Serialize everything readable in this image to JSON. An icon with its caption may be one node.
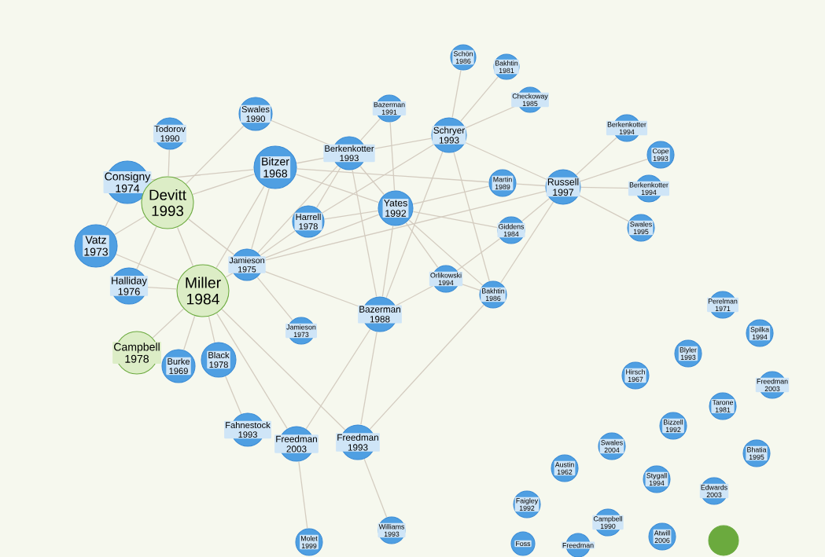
{
  "diagram": {
    "nodes": [
      {
        "text": [
          "Todorov 1990"
        ]
      },
      {
        "text": [
          "Swales 1990"
        ]
      },
      {
        "text": [
          "Consigny 1974"
        ]
      },
      {
        "text": [
          "Devitt 1993"
        ]
      },
      {
        "text": [
          "Bitzer 1968"
        ]
      },
      {
        "text": [
          "Berkenkotter 1993"
        ]
      },
      {
        "text": [
          "Bazerman 1991"
        ]
      },
      {
        "text": [
          "Schön 1986"
        ]
      },
      {
        "text": [
          "Bakhtin 1981"
        ]
      },
      {
        "text": [
          "Checkoway 1985"
        ]
      },
      {
        "text": [
          "Schryer 1993"
        ]
      },
      {
        "text": [
          "Martin 1989"
        ]
      },
      {
        "text": [
          "Russell 1997"
        ]
      },
      {
        "text": [
          "Berkenkotter 1994"
        ]
      },
      {
        "text": [
          "Cope 1993"
        ]
      },
      {
        "text": [
          "Berkenkotter 1994"
        ]
      },
      {
        "text": [
          "Swales 1995"
        ]
      },
      {
        "text": [
          "Vatz 1973"
        ]
      },
      {
        "text": [
          "Harrell 1978"
        ]
      },
      {
        "text": [
          "Yates 1992"
        ]
      },
      {
        "text": [
          "Giddens 1984"
        ]
      },
      {
        "text": [
          "Jamieson 1975"
        ]
      },
      {
        "text": [
          "Halliday 1976"
        ]
      },
      {
        "text": [
          "Miller 1984"
        ]
      },
      {
        "text": [
          "Orlikowski 1994"
        ]
      },
      {
        "text": [
          "Bakhtin 1986"
        ]
      },
      {
        "text": [
          "Jamieson 1973"
        ]
      },
      {
        "text": [
          "Bazerman 1988"
        ]
      },
      {
        "text": [
          "Campbell 1978"
        ]
      },
      {
        "text": [
          "Burke 1969"
        ]
      },
      {
        "text": [
          "Black 1978"
        ]
      },
      {
        "text": [
          "Fahnestock 1993"
        ]
      },
      {
        "text": [
          "Freedman 2003"
        ]
      },
      {
        "text": [
          "Freedman 1993"
        ]
      },
      {
        "text": [
          "Williams 1993"
        ]
      },
      {
        "text": [
          "Molet 1999"
        ]
      },
      {
        "text": [
          "Perelman 1971"
        ]
      },
      {
        "text": [
          "Spilka 1994"
        ]
      },
      {
        "text": [
          "Blyler 1993"
        ]
      },
      {
        "text": [
          "Hirsch 1967"
        ]
      },
      {
        "text": [
          "Freedman 2003"
        ]
      },
      {
        "text": [
          "Tarone 1981"
        ]
      },
      {
        "text": [
          "Bizzell 1992"
        ]
      },
      {
        "text": [
          "Swales 2004"
        ]
      },
      {
        "text": [
          "Bhatia 1995"
        ]
      },
      {
        "text": [
          "Austin 1962"
        ]
      },
      {
        "text": [
          "Stygall 1994"
        ]
      },
      {
        "text": [
          "Edwards 2003"
        ]
      },
      {
        "text": [
          "Faigley 1992"
        ]
      },
      {
        "text": [
          "Campbell 1990"
        ]
      },
      {
        "text": [
          "Atwill 2006"
        ]
      },
      {
        "text": [
          "Foss"
        ]
      },
      {
        "text": [
          "Freedman"
        ]
      },
      {
        "text": [],
        "shape": "circle"
      }
    ],
    "edges": [
      {
        "from": 0,
        "to": 3,
        "arrow": "none"
      },
      {
        "from": 1,
        "to": 3,
        "arrow": "none"
      },
      {
        "from": 1,
        "to": 5,
        "arrow": "none"
      },
      {
        "from": 2,
        "to": 4,
        "arrow": "none"
      },
      {
        "from": 3,
        "to": 4,
        "arrow": "none"
      },
      {
        "from": 2,
        "to": 17,
        "arrow": "none"
      },
      {
        "from": 3,
        "to": 17,
        "arrow": "none"
      },
      {
        "from": 3,
        "to": 22,
        "arrow": "none"
      },
      {
        "from": 3,
        "to": 23,
        "arrow": "none"
      },
      {
        "from": 3,
        "to": 21,
        "arrow": "none"
      },
      {
        "from": 17,
        "to": 23,
        "arrow": "none"
      },
      {
        "from": 22,
        "to": 23,
        "arrow": "none"
      },
      {
        "from": 4,
        "to": 5,
        "arrow": "none"
      },
      {
        "from": 4,
        "to": 19,
        "arrow": "none"
      },
      {
        "from": 4,
        "to": 21,
        "arrow": "none"
      },
      {
        "from": 4,
        "to": 23,
        "arrow": "none"
      },
      {
        "from": 4,
        "to": 11,
        "arrow": "none"
      },
      {
        "from": 5,
        "to": 6,
        "arrow": "none"
      },
      {
        "from": 5,
        "to": 10,
        "arrow": "none"
      },
      {
        "from": 5,
        "to": 19,
        "arrow": "none"
      },
      {
        "from": 5,
        "to": 18,
        "arrow": "none"
      },
      {
        "from": 5,
        "to": 27,
        "arrow": "none"
      },
      {
        "from": 5,
        "to": 21,
        "arrow": "none"
      },
      {
        "from": 6,
        "to": 19,
        "arrow": "none"
      },
      {
        "from": 10,
        "to": 7,
        "arrow": "none"
      },
      {
        "from": 10,
        "to": 8,
        "arrow": "none"
      },
      {
        "from": 10,
        "to": 9,
        "arrow": "none"
      },
      {
        "from": 10,
        "to": 12,
        "arrow": "none"
      },
      {
        "from": 10,
        "to": 27,
        "arrow": "none"
      },
      {
        "from": 10,
        "to": 25,
        "arrow": "none"
      },
      {
        "from": 10,
        "to": 18,
        "arrow": "none"
      },
      {
        "from": 19,
        "to": 11,
        "arrow": "none"
      },
      {
        "from": 19,
        "to": 20,
        "arrow": "none"
      },
      {
        "from": 19,
        "to": 25,
        "arrow": "none"
      },
      {
        "from": 19,
        "to": 27,
        "arrow": "none"
      },
      {
        "from": 19,
        "to": 18,
        "arrow": "none"
      },
      {
        "from": 19,
        "to": 21,
        "arrow": "none"
      },
      {
        "from": 19,
        "to": 24,
        "arrow": "none"
      },
      {
        "from": 12,
        "to": 11,
        "arrow": "none"
      },
      {
        "from": 12,
        "to": 13,
        "arrow": "none"
      },
      {
        "from": 12,
        "to": 14,
        "arrow": "none"
      },
      {
        "from": 12,
        "to": 15,
        "arrow": "none"
      },
      {
        "from": 12,
        "to": 16,
        "arrow": "none"
      },
      {
        "from": 12,
        "to": 20,
        "arrow": "none"
      },
      {
        "from": 12,
        "to": 25,
        "arrow": "none"
      },
      {
        "from": 12,
        "to": 21,
        "arrow": "none"
      },
      {
        "from": 20,
        "to": 24,
        "arrow": "none"
      },
      {
        "from": 24,
        "to": 27,
        "arrow": "none"
      },
      {
        "from": 24,
        "to": 25,
        "arrow": "none"
      },
      {
        "from": 18,
        "to": 21,
        "arrow": "none"
      },
      {
        "from": 21,
        "to": 23,
        "arrow": "none"
      },
      {
        "from": 21,
        "to": 26,
        "arrow": "none"
      },
      {
        "from": 21,
        "to": 27,
        "arrow": "none"
      },
      {
        "from": 23,
        "to": 28,
        "arrow": "none"
      },
      {
        "from": 23,
        "to": 29,
        "arrow": "none"
      },
      {
        "from": 23,
        "to": 30,
        "arrow": "none"
      },
      {
        "from": 23,
        "to": 32,
        "arrow": "none"
      },
      {
        "from": 23,
        "to": 33,
        "arrow": "none"
      },
      {
        "from": 30,
        "to": 31,
        "arrow": "none"
      },
      {
        "from": 27,
        "to": 32,
        "arrow": "none"
      },
      {
        "from": 27,
        "to": 33,
        "arrow": "none"
      },
      {
        "from": 25,
        "to": 33,
        "arrow": "none"
      },
      {
        "from": 32,
        "to": 35,
        "arrow": "none"
      },
      {
        "from": 33,
        "to": 34,
        "arrow": "none"
      }
    ]
  }
}
